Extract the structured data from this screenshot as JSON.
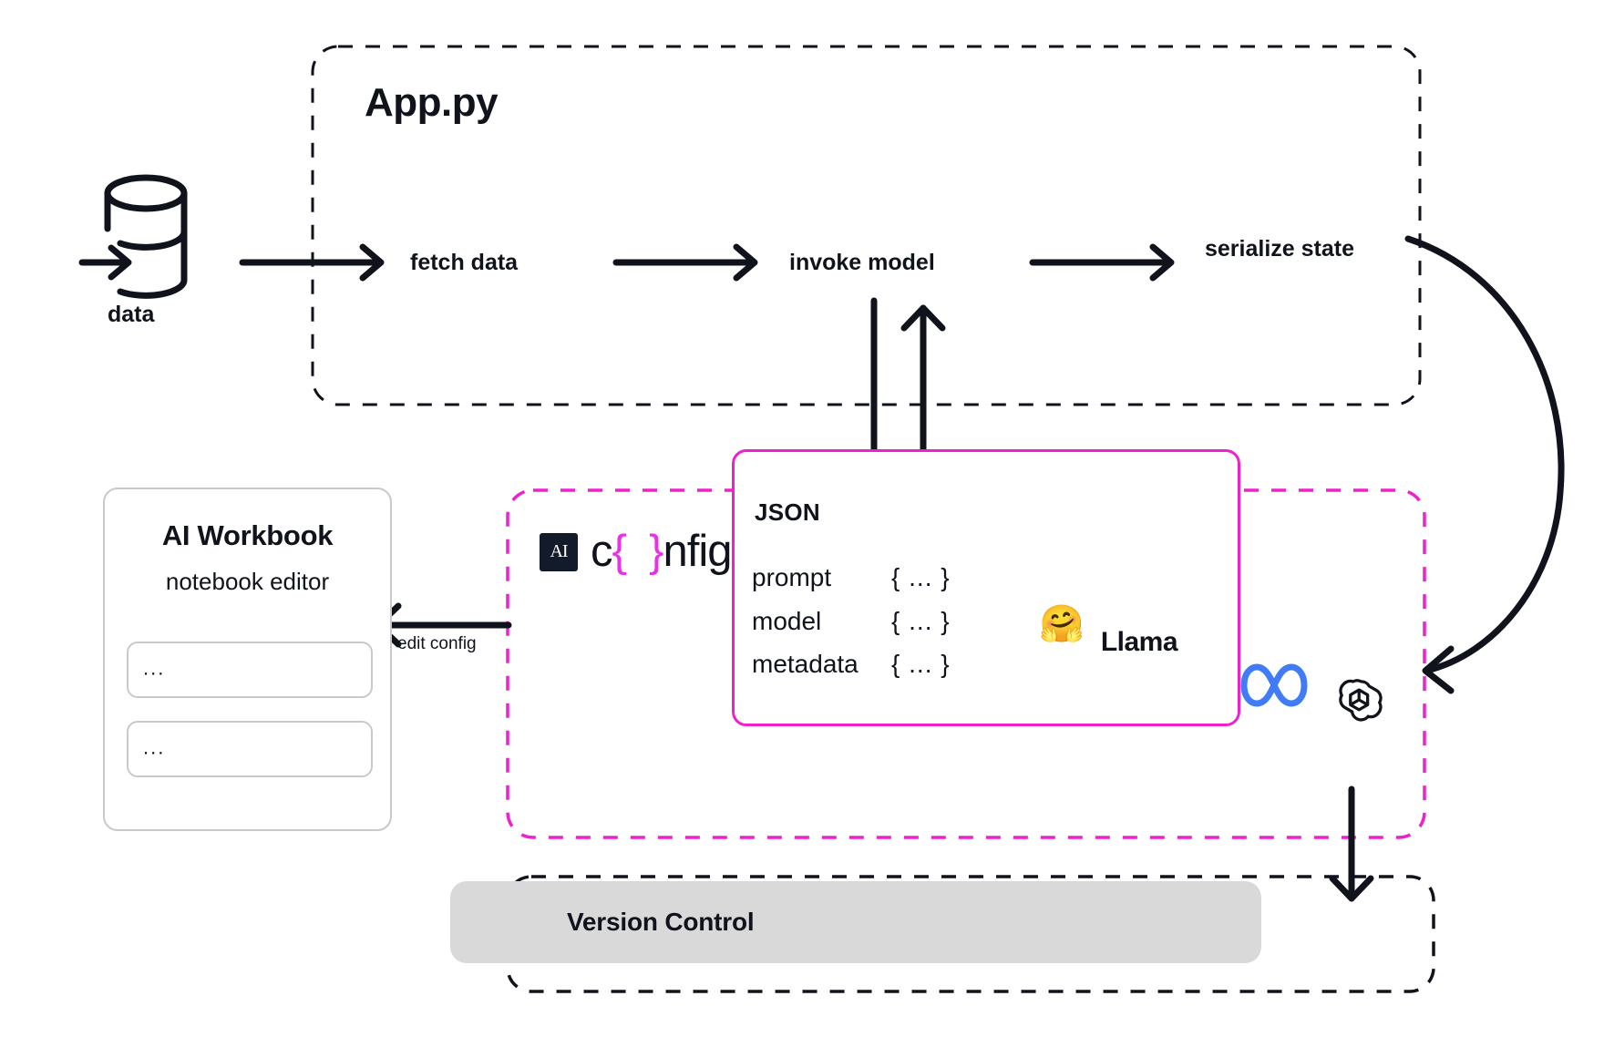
{
  "diagram": {
    "title": "App.py",
    "source": {
      "icon": "database-icon",
      "label": "data"
    },
    "pipeline_steps": [
      {
        "label": "fetch data"
      },
      {
        "label": "invoke model"
      },
      {
        "label": "serialize state"
      }
    ],
    "workbook": {
      "title": "AI Workbook",
      "subtitle": "notebook editor",
      "cells": [
        "...",
        "..."
      ]
    },
    "edit_arrow_label": "edit config",
    "config_mark": {
      "badge": "AI",
      "prefix": "c",
      "open_brace": "{",
      "close_brace": "}",
      "suffix": "nfig"
    },
    "json_panel": {
      "title": "JSON",
      "rows": [
        {
          "key": "prompt",
          "value": "{ ... }"
        },
        {
          "key": "model",
          "value": "{ ... }"
        },
        {
          "key": "metadata",
          "value": "{ ... }"
        }
      ],
      "providers": [
        {
          "name": "huggingface",
          "glyph": "🤗",
          "label": ""
        },
        {
          "name": "meta-llama",
          "glyph": "infinity",
          "label": "Llama"
        },
        {
          "name": "openai",
          "glyph": "openai-knot",
          "label": ""
        }
      ]
    },
    "version_control": {
      "icon": "git-icon",
      "label": "Version Control"
    }
  },
  "colors": {
    "ink": "#10131c",
    "magenta": "#ee22cc",
    "magenta_bright": "#e832e8",
    "grey_border": "#c9c9cc",
    "grey_fill": "#d9d9d9",
    "meta_blue": "#3f7cf5"
  }
}
